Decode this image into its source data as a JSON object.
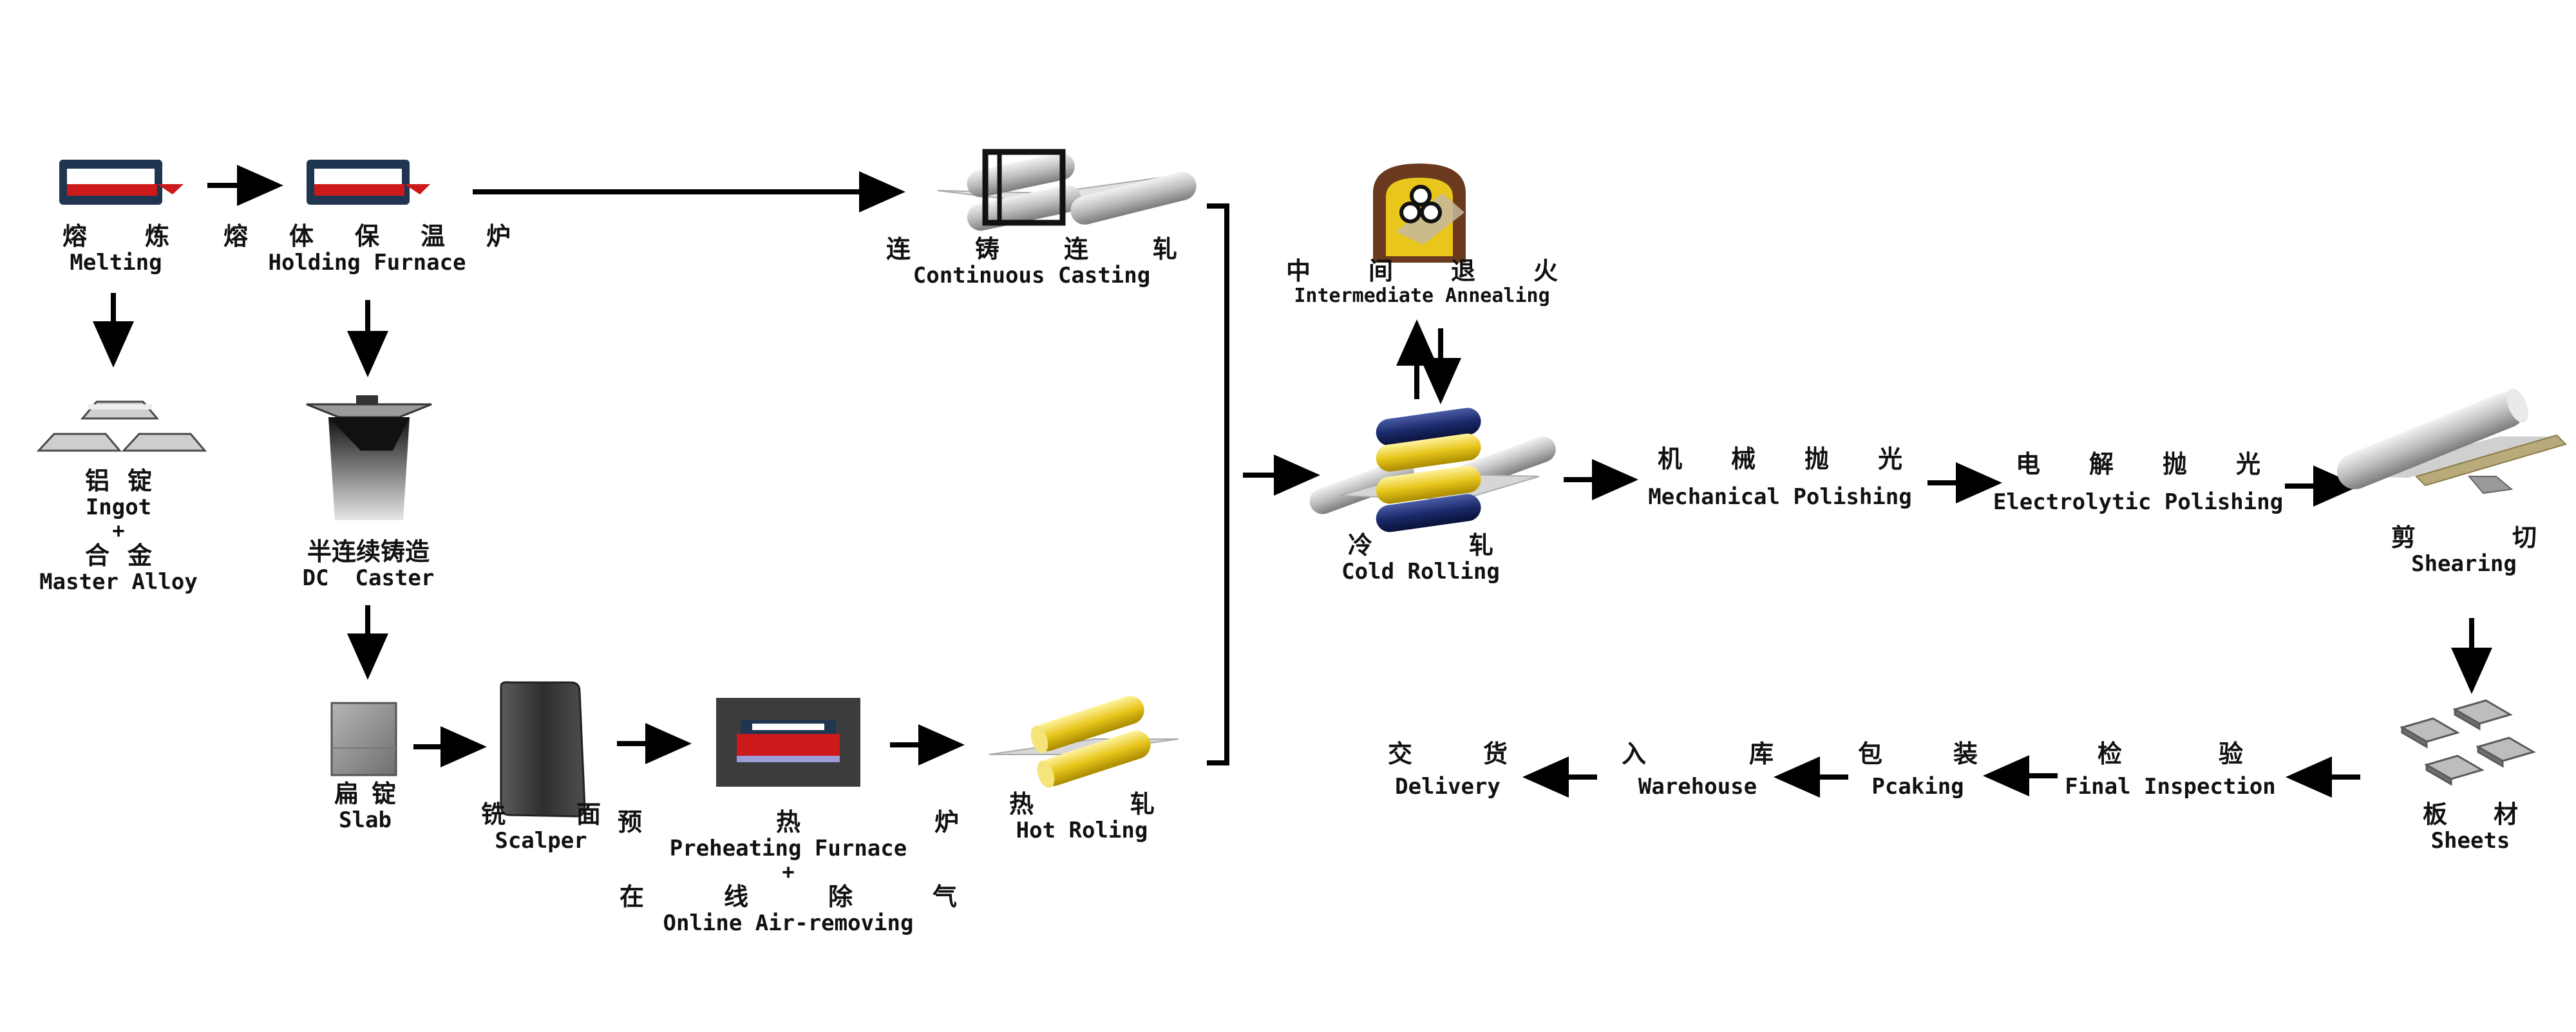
{
  "diagram": {
    "melting": {
      "zh": "熔炼",
      "en": "Melting"
    },
    "holding_furnace": {
      "zh": "熔体保温炉",
      "en": "Holding Furnace"
    },
    "ingot": {
      "zh": "铝锭",
      "en": "Ingot"
    },
    "master_alloy": {
      "zh": "合金",
      "en": "Master Alloy"
    },
    "plus": "+",
    "dc_caster": {
      "zh": "半连续铸造",
      "en": "DC  Caster"
    },
    "slab": {
      "zh": "扁锭",
      "en": "Slab"
    },
    "scalper": {
      "zh": "铣面",
      "en": "Scalper"
    },
    "preheating_furnace": {
      "zh": "预热炉",
      "en": "Preheating Furnace"
    },
    "online_air_removing": {
      "zh": "在线除气",
      "en": "Online Air-removing"
    },
    "hot_rolling": {
      "zh": "热轧",
      "en": "Hot Roling"
    },
    "continuous_casting": {
      "zh": "连铸连轧",
      "en": "Continuous Casting"
    },
    "intermediate_annealing": {
      "zh": "中间退火",
      "en": "Intermediate Annealing"
    },
    "cold_rolling": {
      "zh": "冷轧",
      "en": "Cold Rolling"
    },
    "mechanical_polishing": {
      "zh": "机械抛光",
      "en": "Mechanical Polishing"
    },
    "electrolytic_polishing": {
      "zh": "电解抛光",
      "en": "Electrolytic Polishing"
    },
    "shearing": {
      "zh": "剪切",
      "en": "Shearing"
    },
    "sheets": {
      "zh": "板材",
      "en": "Sheets"
    },
    "final_inspection": {
      "zh": "检验",
      "en": "Final Inspection"
    },
    "packing": {
      "zh": "包装",
      "en": "Pcaking"
    },
    "warehouse": {
      "zh": "入库",
      "en": "Warehouse"
    },
    "delivery": {
      "zh": "交货",
      "en": "Delivery"
    }
  },
  "colors": {
    "arrow": "#000000",
    "molten_metal": "#cc1a1a",
    "furnace_body": "#1f3550",
    "roll_silver": "#b8b8b8",
    "roll_gold": "#e8c61c",
    "roll_navy": "#1a2a6a",
    "annealing_frame": "#6b3a1e",
    "slab_gray": "#8a8a8a",
    "scalper_dark": "#3a3a3a"
  },
  "icons": [
    "melting-furnace-icon",
    "holding-furnace-icon",
    "ingot-icon",
    "dc-caster-icon",
    "slab-icon",
    "scalper-icon",
    "preheating-furnace-icon",
    "hot-rolling-icon",
    "continuous-casting-icon",
    "annealing-furnace-icon",
    "cold-rolling-icon",
    "shearing-icon",
    "sheets-icon"
  ]
}
